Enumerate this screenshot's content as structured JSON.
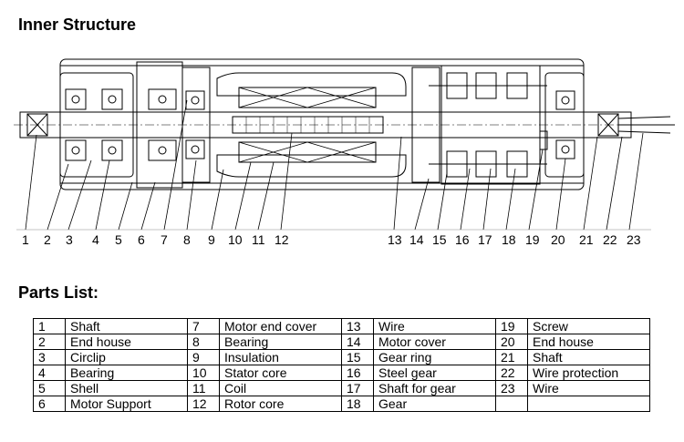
{
  "headings": {
    "structure": "Inner Structure",
    "parts": "Parts List:"
  },
  "callouts": [
    "1",
    "2",
    "3",
    "4",
    "5",
    "6",
    "7",
    "8",
    "9",
    "10",
    "11",
    "12",
    "13",
    "14",
    "15",
    "16",
    "17",
    "18",
    "19",
    "20",
    "21",
    "22",
    "23"
  ],
  "parts": [
    {
      "no": "1",
      "name": "Shaft"
    },
    {
      "no": "2",
      "name": "End house"
    },
    {
      "no": "3",
      "name": "Circlip"
    },
    {
      "no": "4",
      "name": "Bearing"
    },
    {
      "no": "5",
      "name": "Shell"
    },
    {
      "no": "6",
      "name": "Motor Support"
    },
    {
      "no": "7",
      "name": "Motor end cover"
    },
    {
      "no": "8",
      "name": "Bearing"
    },
    {
      "no": "9",
      "name": "Insulation"
    },
    {
      "no": "10",
      "name": "Stator core"
    },
    {
      "no": "11",
      "name": "Coil"
    },
    {
      "no": "12",
      "name": "Rotor core"
    },
    {
      "no": "13",
      "name": "Wire"
    },
    {
      "no": "14",
      "name": "Motor cover"
    },
    {
      "no": "15",
      "name": "Gear ring"
    },
    {
      "no": "16",
      "name": "Steel gear"
    },
    {
      "no": "17",
      "name": "Shaft for gear"
    },
    {
      "no": "18",
      "name": "Gear"
    },
    {
      "no": "19",
      "name": "Screw"
    },
    {
      "no": "20",
      "name": "End house"
    },
    {
      "no": "21",
      "name": "Shaft"
    },
    {
      "no": "22",
      "name": "Wire protection"
    },
    {
      "no": "23",
      "name": "Wire"
    }
  ]
}
